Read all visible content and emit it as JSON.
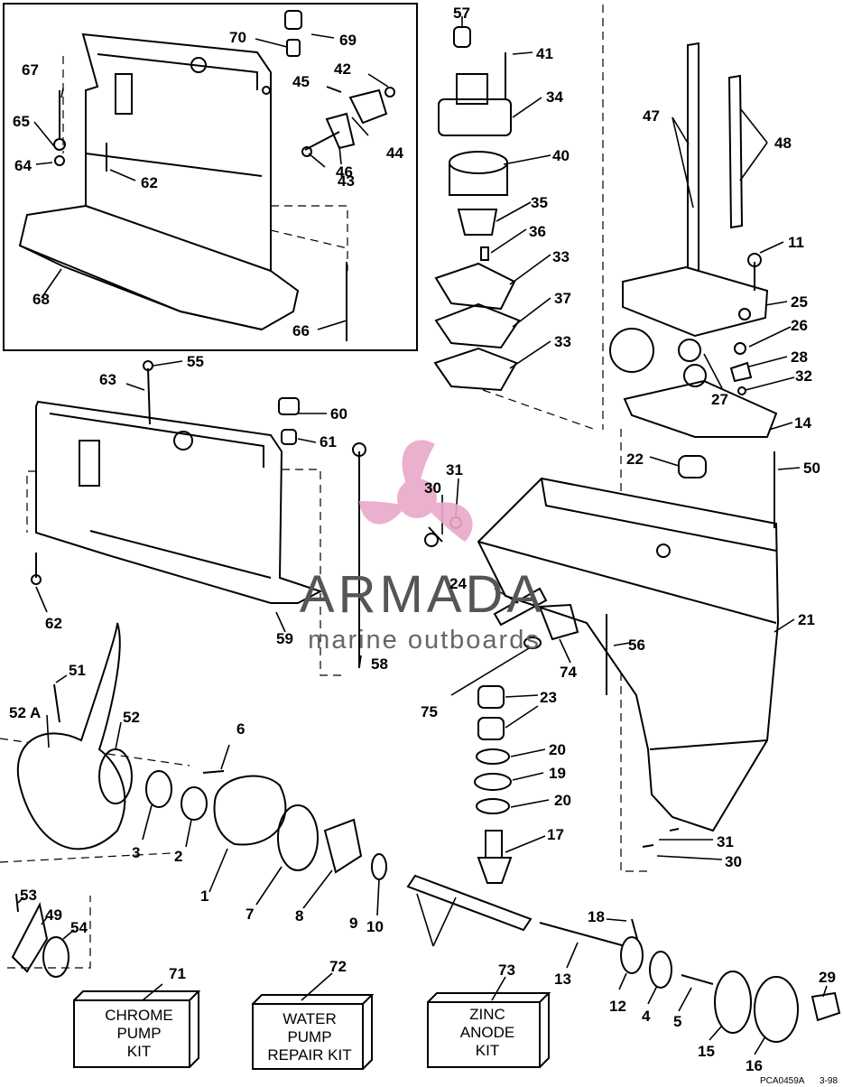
{
  "watermark": {
    "brand": "ARMADA",
    "tagline": "marine outboards",
    "logo_color": "#e8a8c8"
  },
  "figure_code": "PCA0459A",
  "figure_date": "3-98",
  "kits": [
    {
      "callout": "71",
      "line1": "CHROME",
      "line2": "PUMP",
      "line3": "KIT"
    },
    {
      "callout": "72",
      "line1": "WATER",
      "line2": "PUMP",
      "line3": "REPAIR KIT"
    },
    {
      "callout": "73",
      "line1": "ZINC",
      "line2": "ANODE",
      "line3": "KIT"
    }
  ],
  "callouts": [
    "1",
    "2",
    "3",
    "4",
    "5",
    "6",
    "7",
    "8",
    "9",
    "10",
    "11",
    "12",
    "13",
    "14",
    "15",
    "16",
    "17",
    "18",
    "19",
    "20",
    "20",
    "21",
    "22",
    "23",
    "24",
    "25",
    "26",
    "27",
    "28",
    "29",
    "30",
    "30",
    "31",
    "31",
    "32",
    "33",
    "33",
    "34",
    "35",
    "36",
    "37",
    "40",
    "41",
    "42",
    "43",
    "44",
    "45",
    "46",
    "47",
    "48",
    "49",
    "50",
    "51",
    "52",
    "52 A",
    "53",
    "54",
    "55",
    "56",
    "57",
    "58",
    "59",
    "60",
    "61",
    "62",
    "62",
    "63",
    "64",
    "65",
    "66",
    "67",
    "68",
    "69",
    "70",
    "74",
    "75"
  ]
}
